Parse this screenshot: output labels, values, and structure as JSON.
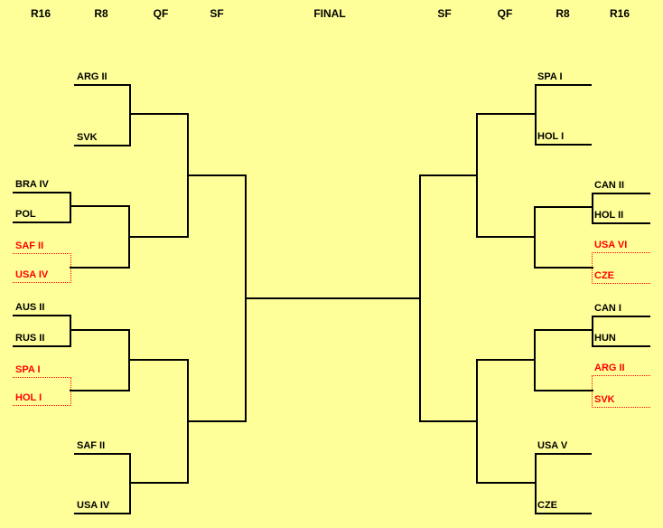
{
  "colors": {
    "background": "#FFFF99",
    "line_and_text": "#000000",
    "qualifier_red": "#FF0000"
  },
  "round_headers": [
    "R16",
    "R8",
    "QF",
    "SF",
    "FINAL",
    "SF",
    "QF",
    "R8",
    "R16"
  ],
  "bracket": {
    "left": {
      "r8_top": {
        "team1": "ARG II",
        "team2": "SVK"
      },
      "r16_1": {
        "team1": "BRA IV",
        "team2": "POL"
      },
      "r16_2": {
        "team1": "SAF II",
        "team2": "USA IV",
        "style": "red-dotted"
      },
      "r16_3": {
        "team1": "AUS II",
        "team2": "RUS II"
      },
      "r16_4": {
        "team1": "SPA I",
        "team2": "HOL I",
        "style": "red-dotted"
      },
      "r8_bottom": {
        "team1": "SAF II",
        "team2": "USA IV"
      }
    },
    "right": {
      "r8_top": {
        "team1": "SPA I",
        "team2": "HOL I"
      },
      "r16_1": {
        "team1": "CAN II",
        "team2": "HOL II"
      },
      "r16_2": {
        "team1": "USA VI",
        "team2": "CZE",
        "style": "red-dotted"
      },
      "r16_3": {
        "team1": "CAN I",
        "team2": "HUN"
      },
      "r16_4": {
        "team1": "ARG II",
        "team2": "SVK",
        "style": "red-dotted"
      },
      "r8_bottom": {
        "team1": "USA V",
        "team2": "CZE"
      }
    }
  }
}
